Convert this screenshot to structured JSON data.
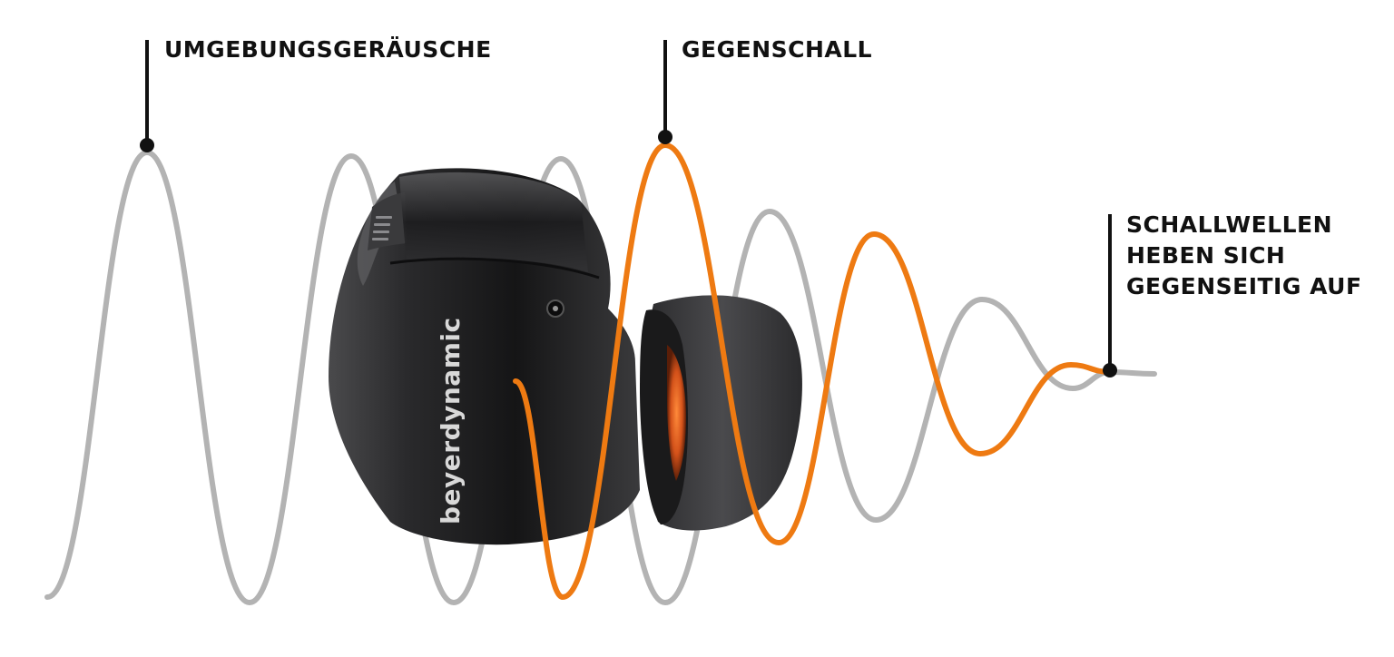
{
  "labels": {
    "ambient_noise": "UMGEBUNGSGERÄUSCHE",
    "anti_noise": "GEGENSCHALL",
    "result_lines": [
      "SCHALLWELLEN",
      "HEBEN SICH",
      "GEGENSEITIG AUF"
    ]
  },
  "brand_text": "beyerdynamic",
  "colors": {
    "ambient_wave": "#b3b3b3",
    "anti_wave": "#ee7a12",
    "callout": "#111111",
    "earbud_body": "#1b1b1d",
    "earbud_accent": "#e8601a"
  }
}
